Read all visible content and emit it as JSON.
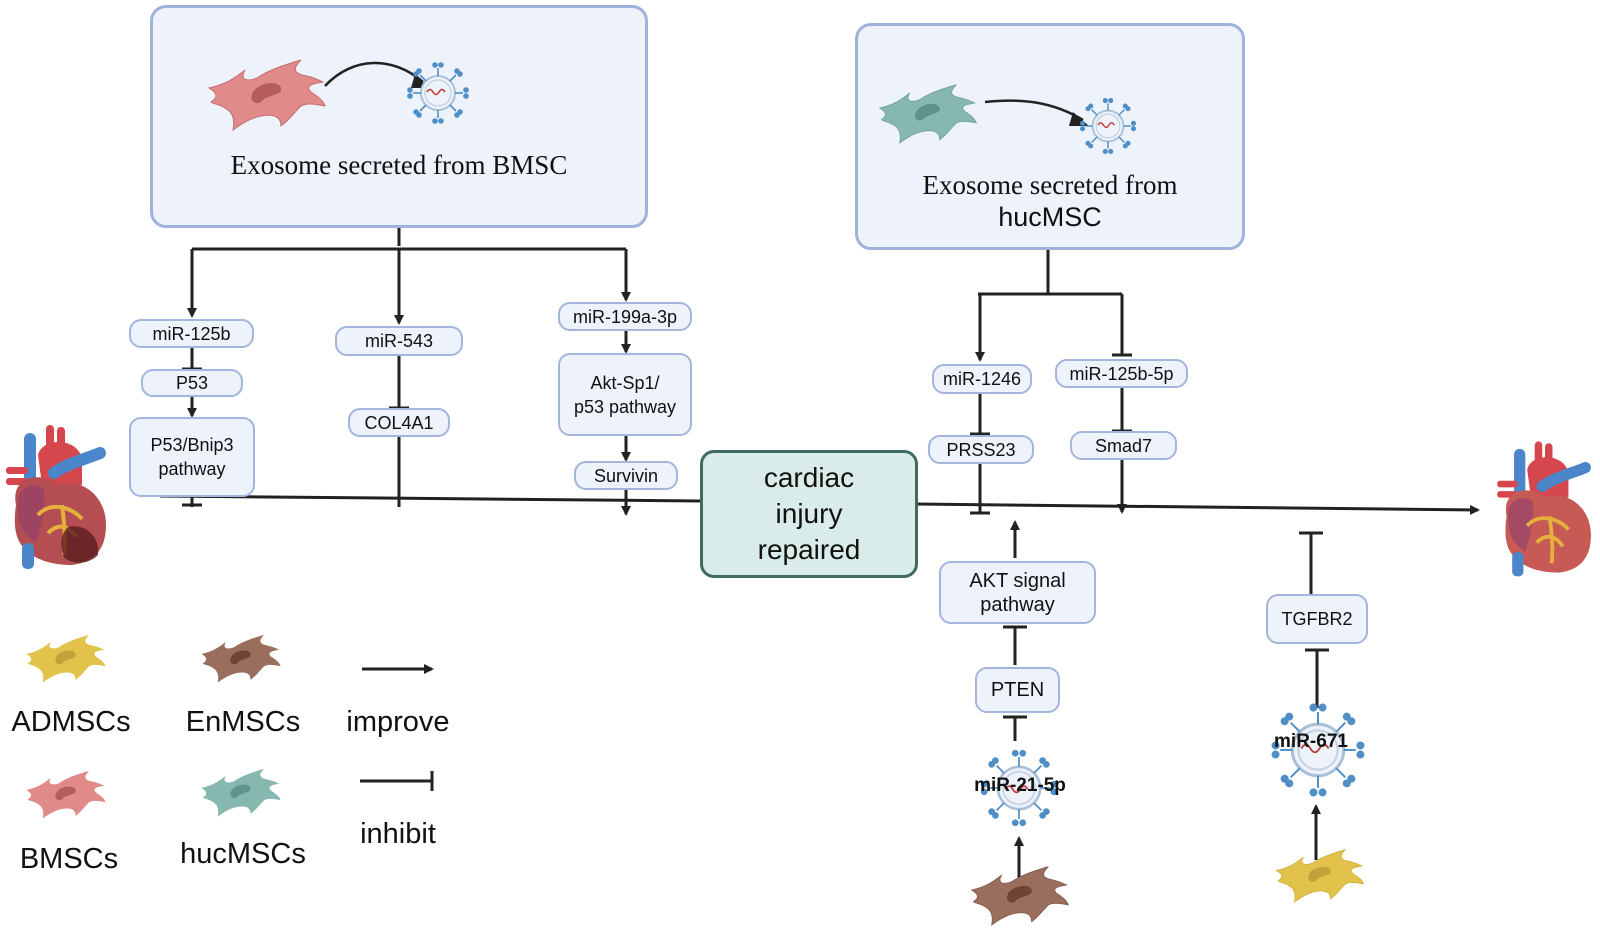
{
  "bmsc_panel": {
    "title": "Exosome secreted from BMSC"
  },
  "hucmsc_panel": {
    "title_line1": "Exosome secreted from",
    "title_line2": "hucMSC"
  },
  "hub": {
    "label": "cardiac\ninjury\nrepaired"
  },
  "bmsc_branches": {
    "left": {
      "mirna": "miR-125b",
      "target": "P53",
      "pathway": "P53/Bnip3\npathway"
    },
    "middle": {
      "mirna": "miR-543",
      "target": "COL4A1"
    },
    "right": {
      "mirna": "miR-199a-3p",
      "pathway": "Akt-Sp1/\np53 pathway",
      "target": "Survivin"
    }
  },
  "hucmsc_branches": {
    "left": {
      "mirna": "miR-1246",
      "target": "PRSS23"
    },
    "right": {
      "mirna": "miR-125b-5p",
      "target": "Smad7"
    }
  },
  "enmsc_branch": {
    "pathway": "AKT signal\npathway",
    "target": "PTEN",
    "exosome_mirna": "miR-21-5p"
  },
  "admsc_branch": {
    "target": "TGFBR2",
    "exosome_mirna": "miR-671"
  },
  "legend": {
    "cells": [
      {
        "label": "ADMSCs",
        "color": "#e2c24a"
      },
      {
        "label": "EnMSCs",
        "color": "#9a6e5c"
      },
      {
        "label": "BMSCs",
        "color": "#e08a8a"
      },
      {
        "label": "hucMSCs",
        "color": "#86b8b0"
      }
    ],
    "improve_label": "improve",
    "inhibit_label": "inhibit"
  },
  "colors": {
    "box_fill": "#edf2fb",
    "box_border": "#a3b5dd",
    "hub_fill": "#d9ecea",
    "hub_border": "#3f6b60",
    "line": "#222222"
  }
}
